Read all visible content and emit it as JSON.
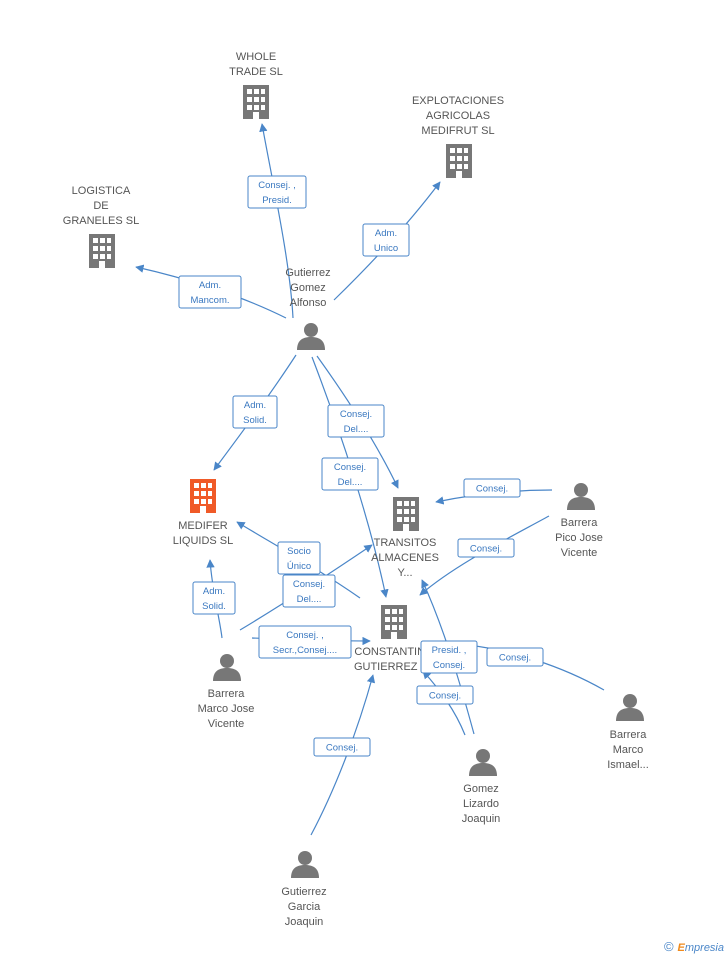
{
  "colors": {
    "edge": "#4a86c8",
    "company": "#777777",
    "main_company": "#f05a28",
    "person": "#777777",
    "label_text": "#555555",
    "relation_text": "#3a78c0"
  },
  "nodes": [
    {
      "id": "whole",
      "type": "company",
      "icon": "building-icon",
      "lines": [
        "WHOLE",
        "TRADE SL"
      ]
    },
    {
      "id": "explot",
      "type": "company",
      "icon": "building-icon",
      "lines": [
        "EXPLOTACIONES",
        "AGRICOLAS",
        "MEDIFRUT SL"
      ]
    },
    {
      "id": "logistica",
      "type": "company",
      "icon": "building-icon",
      "lines": [
        "LOGISTICA",
        "DE",
        "GRANELES SL"
      ]
    },
    {
      "id": "alfonso",
      "type": "person",
      "icon": "person-icon",
      "lines": [
        "Gutierrez",
        "Gomez",
        "Alfonso"
      ]
    },
    {
      "id": "medifer",
      "type": "main_company",
      "icon": "building-icon",
      "lines": [
        "MEDIFER",
        "LIQUIDS  SL"
      ]
    },
    {
      "id": "transitos",
      "type": "company",
      "icon": "building-icon",
      "lines": [
        "TRANSITOS",
        "ALMACENES",
        "Y..."
      ]
    },
    {
      "id": "constantino",
      "type": "company",
      "icon": "building-icon",
      "lines": [
        "CONSTANTINO",
        "GUTIERREZ SL"
      ]
    },
    {
      "id": "pico",
      "type": "person",
      "icon": "person-icon",
      "lines": [
        "Barrera",
        "Pico Jose",
        "Vicente"
      ]
    },
    {
      "id": "marcojose",
      "type": "person",
      "icon": "person-icon",
      "lines": [
        "Barrera",
        "Marco Jose",
        "Vicente"
      ]
    },
    {
      "id": "ismael",
      "type": "person",
      "icon": "person-icon",
      "lines": [
        "Barrera",
        "Marco",
        "Ismael..."
      ]
    },
    {
      "id": "lizardo",
      "type": "person",
      "icon": "person-icon",
      "lines": [
        "Gomez",
        "Lizardo",
        "Joaquin"
      ]
    },
    {
      "id": "garcia",
      "type": "person",
      "icon": "person-icon",
      "lines": [
        "Gutierrez",
        "Garcia",
        "Joaquin"
      ]
    }
  ],
  "relations": [
    {
      "id": "r1",
      "from": "alfonso",
      "to": "whole",
      "lines": [
        "Consej. ,",
        "Presid."
      ]
    },
    {
      "id": "r2",
      "from": "alfonso",
      "to": "explot",
      "lines": [
        "Adm.",
        "Unico"
      ]
    },
    {
      "id": "r3",
      "from": "alfonso",
      "to": "logistica",
      "lines": [
        "Adm.",
        "Mancom."
      ]
    },
    {
      "id": "r4",
      "from": "alfonso",
      "to": "medifer",
      "lines": [
        "Adm.",
        "Solid."
      ]
    },
    {
      "id": "r5",
      "from": "alfonso",
      "to": "transitos",
      "lines": [
        "Consej.",
        "Del...."
      ]
    },
    {
      "id": "r6",
      "from": "alfonso",
      "to": "constantino",
      "lines": [
        "Consej.",
        "Del...."
      ]
    },
    {
      "id": "r7",
      "from": "pico",
      "to": "transitos",
      "lines": [
        "Consej."
      ]
    },
    {
      "id": "r8",
      "from": "pico",
      "to": "transitos",
      "lines": [
        "Consej."
      ]
    },
    {
      "id": "r9",
      "from": "constantino",
      "to": "medifer",
      "lines": [
        "Socio",
        "Único"
      ]
    },
    {
      "id": "r10",
      "from": "marcojose",
      "to": "transitos",
      "lines": [
        "Consej.",
        "Del...."
      ]
    },
    {
      "id": "r11",
      "from": "marcojose",
      "to": "medifer",
      "lines": [
        "Adm.",
        "Solid."
      ]
    },
    {
      "id": "r12",
      "from": "marcojose",
      "to": "constantino",
      "lines": [
        "Consej. ,",
        "Secr.,Consej...."
      ]
    },
    {
      "id": "r13",
      "from": "lizardo",
      "to": "transitos",
      "lines": [
        "Presid. ,",
        "Consej."
      ]
    },
    {
      "id": "r14",
      "from": "ismael",
      "to": "transitos",
      "lines": [
        "Consej."
      ]
    },
    {
      "id": "r15",
      "from": "lizardo",
      "to": "constantino",
      "lines": [
        "Consej."
      ]
    },
    {
      "id": "r16",
      "from": "garcia",
      "to": "constantino",
      "lines": [
        "Consej."
      ]
    }
  ],
  "copyright": {
    "symbol": "©",
    "brand_first": "E",
    "brand_rest": "mpresia"
  }
}
